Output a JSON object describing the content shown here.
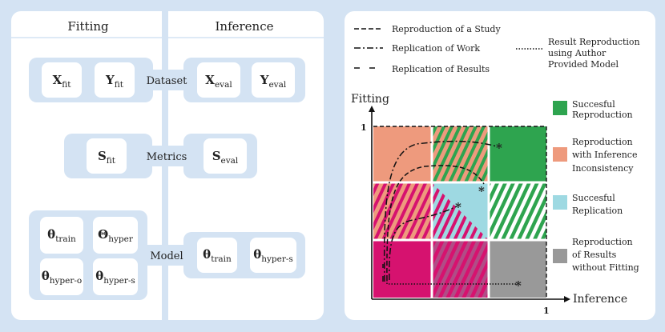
{
  "left_panel": {
    "headers": {
      "fitting": "Fitting",
      "inference": "Inference"
    },
    "groups": {
      "dataset": "Dataset",
      "metrics": "Metrics",
      "model": "Model"
    },
    "symbols": {
      "x_fit": {
        "base": "X",
        "sub": "fit"
      },
      "y_fit": {
        "base": "Y",
        "sub": "fit"
      },
      "x_eval": {
        "base": "X",
        "sub": "eval"
      },
      "y_eval": {
        "base": "Y",
        "sub": "eval"
      },
      "s_fit": {
        "base": "S",
        "sub": "fit"
      },
      "s_eval": {
        "base": "S",
        "sub": "eval"
      },
      "theta_train": {
        "base": "θ",
        "sub": "train"
      },
      "theta_hyper": {
        "base": "Θ",
        "sub": "hyper"
      },
      "theta_hyper_o": {
        "base": "θ",
        "sub": "hyper-o"
      },
      "theta_hyper_s": {
        "base": "θ",
        "sub": "hyper-s"
      },
      "theta_train_inf": {
        "base": "θ",
        "sub": "train"
      },
      "theta_hyper_s_inf": {
        "base": "θ",
        "sub": "hyper-s"
      }
    }
  },
  "right_panel": {
    "line_legend": [
      {
        "label": "Reproduction of a Study",
        "style": "dashed"
      },
      {
        "label": "Replication of Work",
        "style": "dashdot"
      },
      {
        "label": "Replication of Results",
        "style": "loose-dashed"
      },
      {
        "label": "Result Reproduction",
        "label2": "using Author",
        "label3": "Provided Model",
        "style": "dotted"
      }
    ],
    "axes": {
      "y_label": "Fitting",
      "x_label": "Inference",
      "y_tick": "1",
      "x_tick": "1",
      "marker": "*"
    },
    "color_legend": [
      {
        "lines": [
          "Succesful",
          "Reproduction"
        ],
        "color": "#2ea44f"
      },
      {
        "lines": [
          "Reproduction",
          "with Inference",
          "Inconsistency"
        ],
        "color": "#ee9a7d"
      },
      {
        "lines": [
          "Succesful",
          "Replication"
        ],
        "color": "#9ed9e2"
      },
      {
        "lines": [
          "Reproduction",
          "of Results",
          "without Fitting"
        ],
        "color": "#999999"
      }
    ],
    "colors": {
      "green": "#2ea44f",
      "salmon": "#ee9a7d",
      "cyan": "#9ed9e2",
      "magenta": "#d6126f",
      "gray": "#999999",
      "panel_bg": "#d4e3f3"
    }
  }
}
